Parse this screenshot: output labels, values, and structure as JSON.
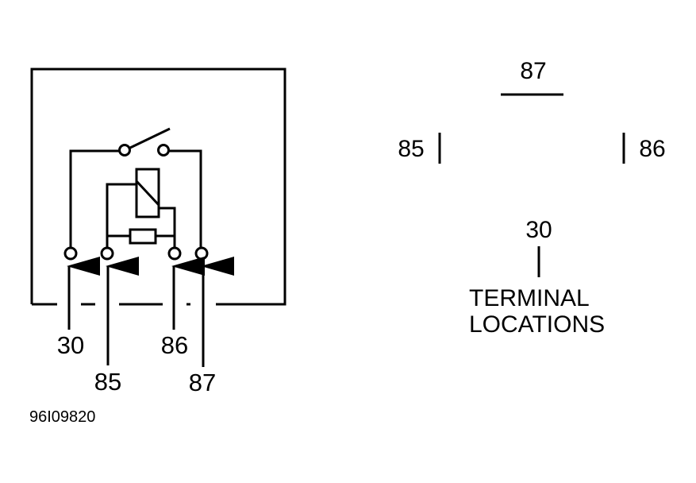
{
  "diagram": {
    "relay_terminals": {
      "t30": "30",
      "t85": "85",
      "t86": "86",
      "t87": "87"
    },
    "terminal_locations": {
      "top": "87",
      "left": "85",
      "right": "86",
      "bottom": "30",
      "caption_line1": "TERMINAL",
      "caption_line2": "LOCATIONS"
    },
    "figure_id": "96I09820",
    "colors": {
      "line": "#000000",
      "background": "#ffffff"
    }
  }
}
